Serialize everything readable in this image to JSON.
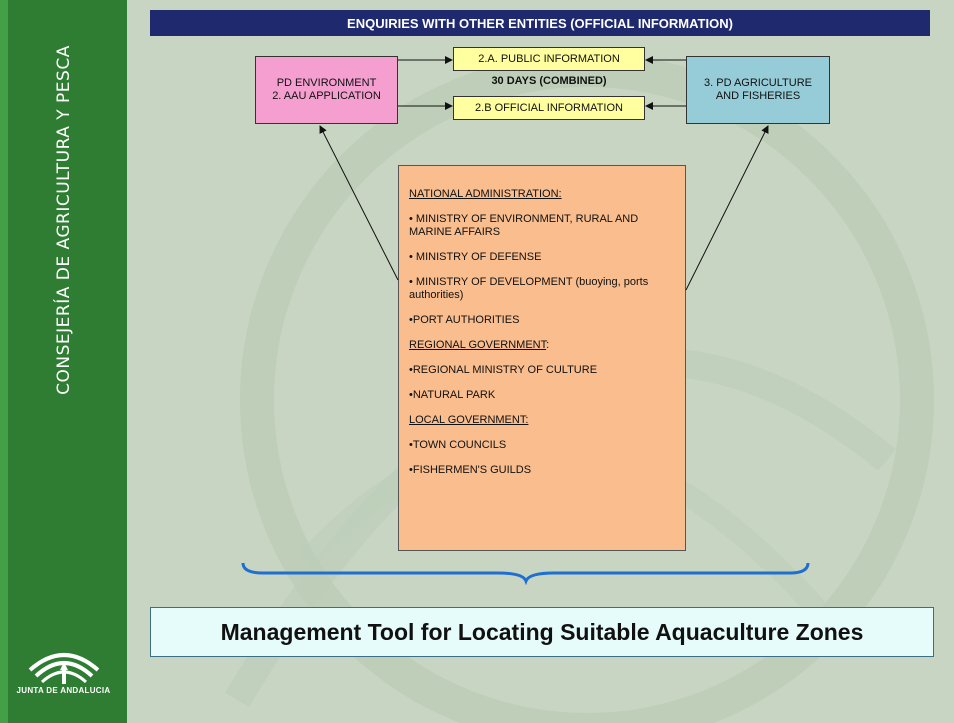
{
  "sidebar": {
    "vertical_text": "CONSEJERÍA DE AGRICULTURA Y PESCA",
    "logo_caption": "JUNTA DE ANDALUCIA",
    "logo_icon": "junta-de-andalucia-logo-icon",
    "color": "#2e7d32"
  },
  "header": {
    "title": "ENQUIRIES WITH OTHER ENTITIES (OFFICIAL INFORMATION)",
    "color": "#1f2a6e"
  },
  "boxes": {
    "env": {
      "line1": "PD  ENVIRONMENT",
      "line2": "2. AAU APPLICATION",
      "color": "#f59fd0"
    },
    "public_info": {
      "label": "2.A. PUBLIC INFORMATION",
      "color": "#ffffa0"
    },
    "days": "30 DAYS (COMBINED)",
    "official_info": {
      "label": "2.B OFFICIAL INFORMATION",
      "color": "#ffffa0"
    },
    "agri": {
      "line1": "3. PD AGRICULTURE",
      "line2": "AND FISHERIES",
      "color": "#95ccd8"
    }
  },
  "admin": {
    "color": "#f9bd8e",
    "national_heading": "NATIONAL ADMINISTRATION:",
    "national_items": [
      "• MINISTRY OF ENVIRONMENT, RURAL AND MARINE AFFAIRS",
      "• MINISTRY OF DEFENSE",
      "• MINISTRY OF DEVELOPMENT (buoying, ports authorities)",
      "•PORT AUTHORITIES"
    ],
    "regional_heading": "REGIONAL GOVERNMENT",
    "regional_colon": ":",
    "regional_items": [
      "•REGIONAL MINISTRY OF CULTURE",
      "•NATURAL PARK"
    ],
    "local_heading": "LOCAL GOVERNMENT:",
    "local_items": [
      "•TOWN COUNCILS",
      "•FISHERMEN'S GUILDS"
    ]
  },
  "footer": {
    "title": "Management Tool for Locating Suitable Aquaculture Zones"
  }
}
